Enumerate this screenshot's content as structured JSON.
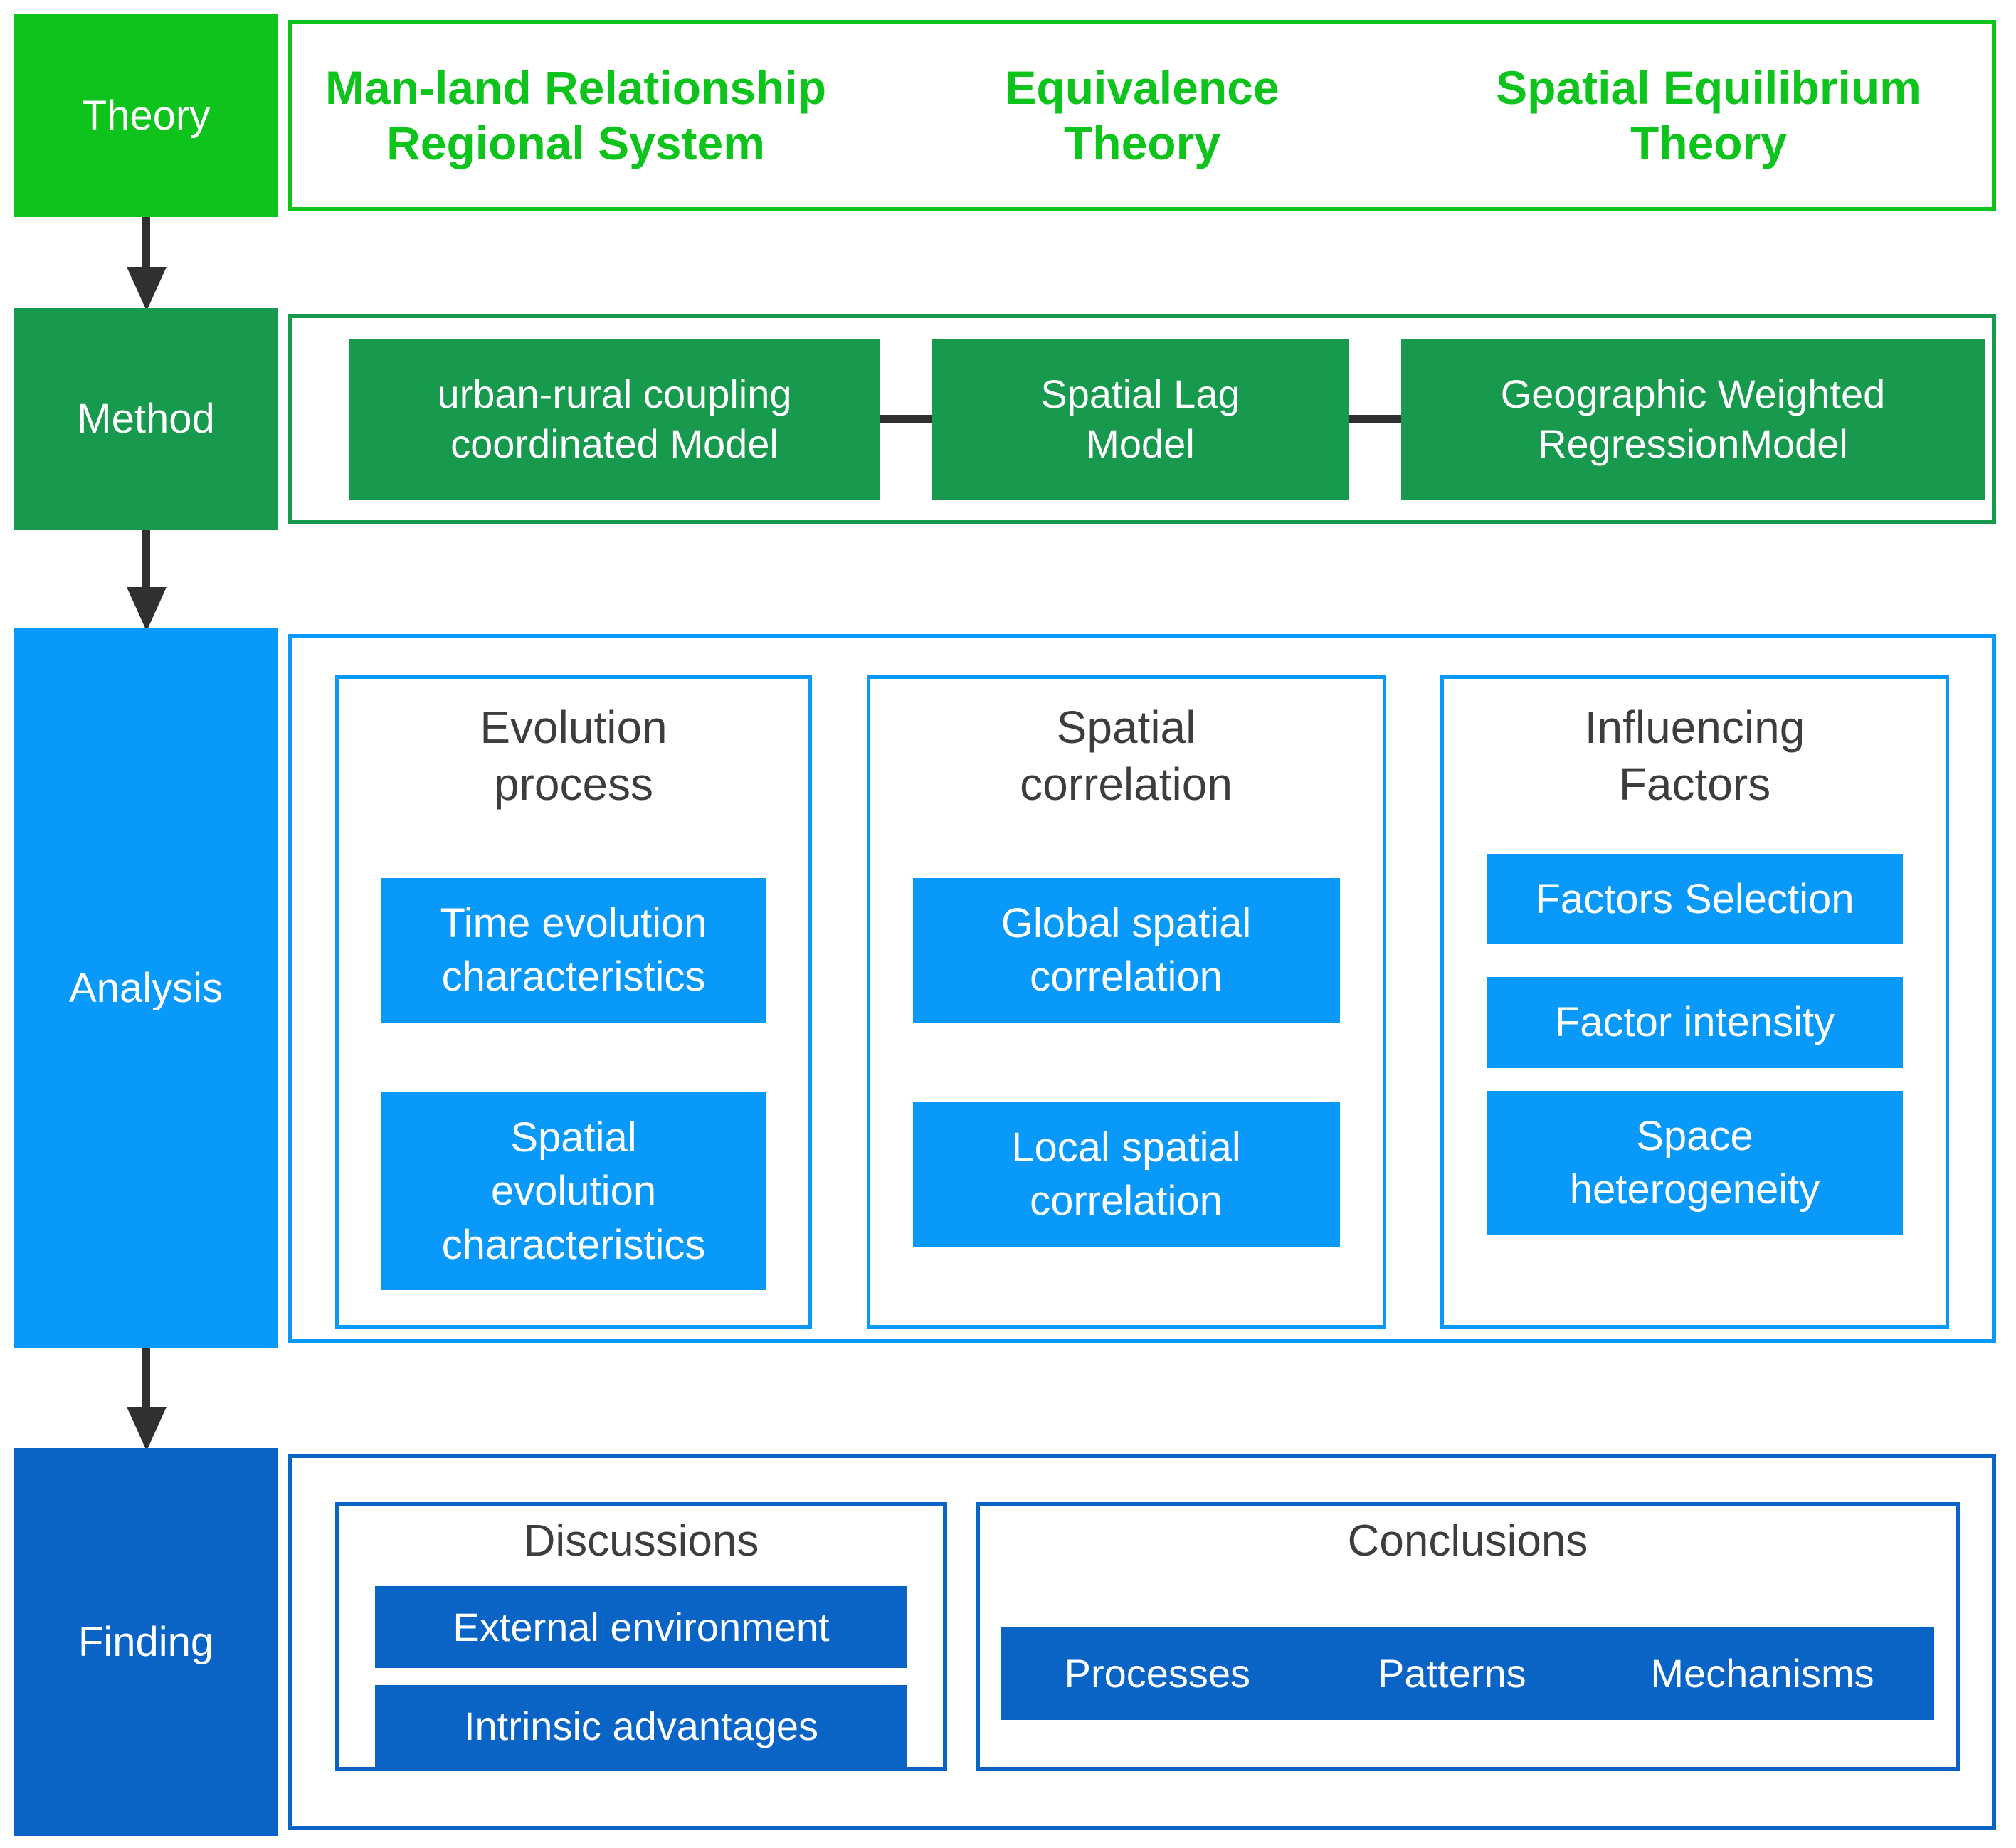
{
  "colors": {
    "theory_green": "#0ec41c",
    "method_green": "#17994e",
    "analysis_blue": "#0899fa",
    "finding_blue": "#0a64c6",
    "heading_gray": "#3d3d3d",
    "arrow_dark": "#303030"
  },
  "rows": {
    "theory": {
      "label": "Theory",
      "items": [
        "Man-land Relationship\nRegional System",
        "Equivalence\nTheory",
        "Spatial Equilibrium\nTheory"
      ]
    },
    "method": {
      "label": "Method",
      "items": [
        "urban-rural coupling\ncoordinated Model",
        "Spatial Lag\nModel",
        "Geographic Weighted\nRegressionModel"
      ]
    },
    "analysis": {
      "label": "Analysis",
      "groups": [
        {
          "title": "Evolution\nprocess",
          "items": [
            "Time evolution\ncharacteristics",
            "Spatial\nevolution\ncharacteristics"
          ]
        },
        {
          "title": "Spatial\ncorrelation",
          "items": [
            "Global spatial\ncorrelation",
            "Local spatial\ncorrelation"
          ]
        },
        {
          "title": "Influencing\nFactors",
          "items": [
            "Factors Selection",
            "Factor intensity",
            "Space\nheterogeneity"
          ]
        }
      ]
    },
    "finding": {
      "label": "Finding",
      "groups": [
        {
          "title": "Discussions",
          "items": [
            "External environment",
            "Intrinsic advantages"
          ]
        },
        {
          "title": "Conclusions",
          "items": [
            "Processes",
            "Patterns",
            "Mechanisms"
          ]
        }
      ]
    }
  }
}
